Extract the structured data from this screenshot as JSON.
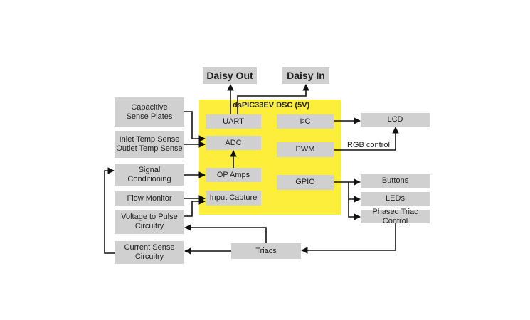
{
  "dsc": {
    "title": "dsPIC33EV DSC (5V)",
    "color": "#fcee3a"
  },
  "top": {
    "daisy_out": "Daisy Out",
    "daisy_in": "Daisy In"
  },
  "left": {
    "cap_sense_1": "Capacitive",
    "cap_sense_2": "Sense Plates",
    "temp_1": "Inlet Temp Sense",
    "temp_2": "Outlet Temp Sense",
    "signal_1": "Signal",
    "signal_2": "Conditioning",
    "flow": "Flow Monitor",
    "vtp_1": "Voltage to Pulse",
    "vtp_2": "Circuitry",
    "current_1": "Current Sense",
    "current_2": "Circuitry"
  },
  "inner": {
    "uart": "UART",
    "adc": "ADC",
    "op_amps": "OP Amps",
    "input_capture": "Input Capture",
    "i2c_prefix": "I",
    "i2c_sup": "2",
    "i2c_suffix": "C",
    "pwm": "PWM",
    "gpio": "GPIO"
  },
  "right": {
    "lcd": "LCD",
    "rgb_control": "RGB control",
    "buttons": "Buttons",
    "leds": "LEDs",
    "phased_triac": "Phased Triac Control"
  },
  "bottom": {
    "triacs": "Triacs"
  },
  "colors": {
    "box": "#d0d0d0",
    "wire": "#111111"
  }
}
